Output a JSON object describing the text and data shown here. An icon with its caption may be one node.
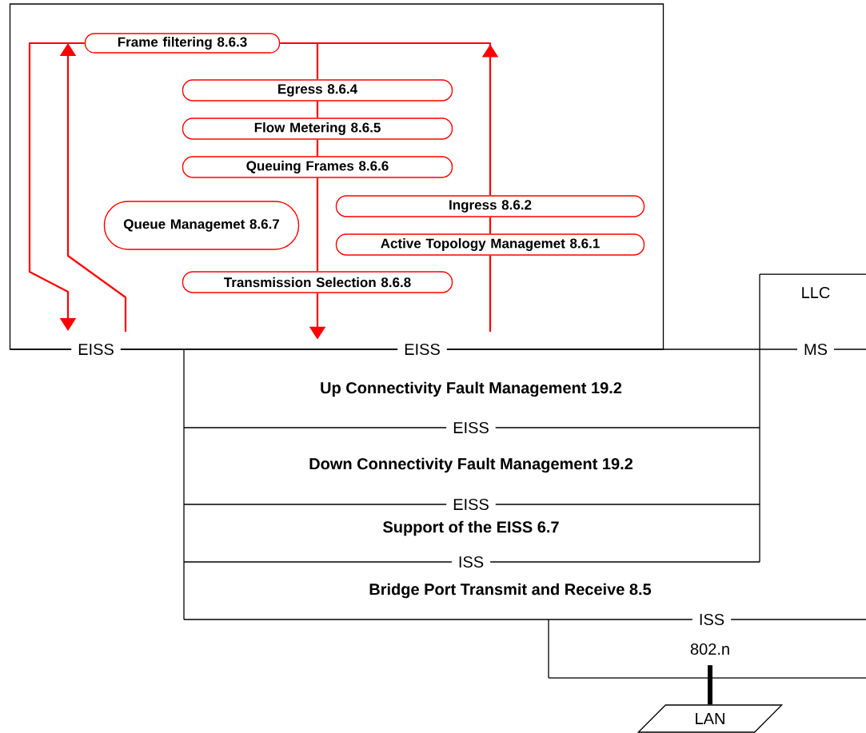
{
  "diagram": {
    "nodes": [
      {
        "text": [],
        "shape": "box"
      },
      {
        "text": [
          "Frame filtering 8.6.3"
        ],
        "in": 0
      },
      {
        "text": [
          "Egress 8.6.4"
        ],
        "in": 0
      },
      {
        "text": [
          "Flow Metering 8.6.5"
        ],
        "in": 0
      },
      {
        "text": [
          "Queuing Frames 8.6.6"
        ],
        "in": 0
      },
      {
        "text": [
          "Queue Managemet 8.6.7"
        ],
        "in": 0
      },
      {
        "text": [
          "Ingress 8.6.2"
        ],
        "in": 0
      },
      {
        "text": [
          "Active Topology Managemet 8.6.1"
        ],
        "in": 0
      },
      {
        "text": [
          "Transmission Selection 8.6.8"
        ],
        "in": 0
      },
      {
        "text": [
          "Up Connectivity Fault Management 19.2"
        ]
      },
      {
        "text": [
          "Down Connectivity Fault Management 19.2"
        ]
      },
      {
        "text": [
          "Support of the EISS 6.7"
        ]
      },
      {
        "text": [
          "Bridge Port Transmit and Receive 8.5"
        ]
      },
      {
        "text": [
          "802.n"
        ]
      },
      {
        "text": [
          "LAN"
        ]
      },
      {
        "text": [
          "LLC"
        ]
      }
    ],
    "edges": [
      {
        "from": null,
        "to": 1,
        "arrow": "to"
      },
      {
        "from": 1,
        "to": null,
        "arrow": "to"
      },
      {
        "from": null,
        "to": 7,
        "arrow": "none"
      },
      {
        "from": 7,
        "to": 6,
        "arrow": "none"
      },
      {
        "from": 6,
        "to": 1,
        "arrow": "to"
      },
      {
        "from": 1,
        "to": 2,
        "arrow": "none"
      },
      {
        "from": 2,
        "to": 3,
        "arrow": "none"
      },
      {
        "from": 3,
        "to": 4,
        "arrow": "none"
      },
      {
        "from": 4,
        "to": 8,
        "arrow": "none"
      },
      {
        "from": 8,
        "to": null,
        "arrow": "to"
      },
      {
        "from": 14,
        "to": 13,
        "arrow": "none",
        "style": "thick",
        "color": "#000000"
      }
    ],
    "labels": [
      "EISS",
      "EISS",
      "MS",
      "EISS",
      "EISS",
      "ISS",
      "ISS"
    ]
  }
}
